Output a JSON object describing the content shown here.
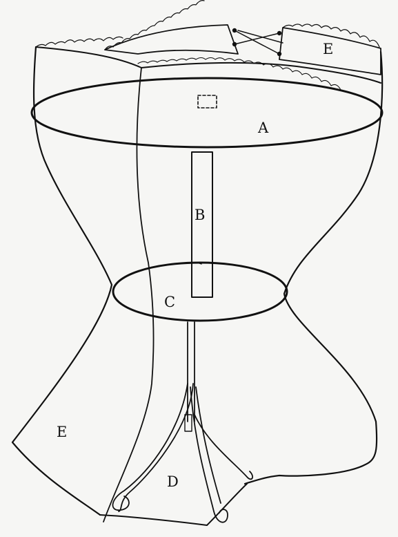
{
  "diagram": {
    "labels": {
      "a": "A",
      "b": "B",
      "c": "C",
      "d": "D",
      "e_top": "E",
      "e_bottom": "E"
    },
    "ink_color": "#111111",
    "paper_color": "#f6f6f4"
  }
}
